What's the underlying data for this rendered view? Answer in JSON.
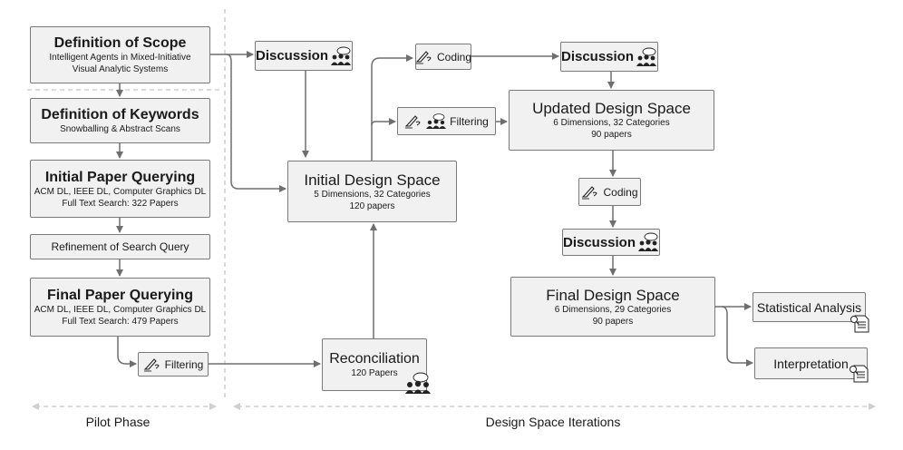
{
  "pilot": {
    "scope": {
      "title": "Definition of Scope",
      "line1": "Intelligent Agents in Mixed-Initiative",
      "line2": "Visual Analytic Systems"
    },
    "keywords": {
      "title": "Definition of Keywords",
      "line1": "Snowballing & Abstract Scans"
    },
    "initial_query": {
      "title": "Initial Paper Querying",
      "line1": "ACM DL, IEEE DL, Computer Graphics DL",
      "line2": "Full Text Search: 322 Papers"
    },
    "refinement": {
      "title": "Refinement of Search Query"
    },
    "final_query": {
      "title": "Final Paper Querying",
      "line1": "ACM DL, IEEE DL, Computer Graphics DL",
      "line2": "Full Text Search: 479 Papers"
    },
    "filtering": {
      "label": "Filtering"
    }
  },
  "iterations": {
    "discussion_1": {
      "label": "Discussion"
    },
    "initial_space": {
      "title": "Initial Design Space",
      "line1": "5 Dimensions, 32 Categories",
      "line2": "120 papers"
    },
    "reconciliation": {
      "title": "Reconciliation",
      "line1": "120 Papers"
    },
    "coding_1": {
      "label": "Coding"
    },
    "filtering_2": {
      "label": "Filtering"
    },
    "discussion_2": {
      "label": "Discussion"
    },
    "updated_space": {
      "title": "Updated Design Space",
      "line1": "6 Dimensions, 32 Categories",
      "line2": "90 papers"
    },
    "coding_2": {
      "label": "Coding"
    },
    "discussion_3": {
      "label": "Discussion"
    },
    "final_space": {
      "title": "Final Design Space",
      "line1": "6 Dimensions, 29 Categories",
      "line2": "90 papers"
    },
    "statistical": {
      "title": "Statistical Analysis"
    },
    "interpretation": {
      "title": "Interpretation"
    }
  },
  "phases": {
    "pilot": "Pilot Phase",
    "iterations": "Design Space Iterations"
  },
  "icons": {
    "writing": "writing-hand-icon",
    "group": "people-group-icon",
    "document": "document-magnifier-icon"
  },
  "colors": {
    "node_fill": "#f1f1f1",
    "node_border": "#7a7a7a",
    "arrow": "#6e6e6e",
    "divider": "#cfcfcf"
  }
}
